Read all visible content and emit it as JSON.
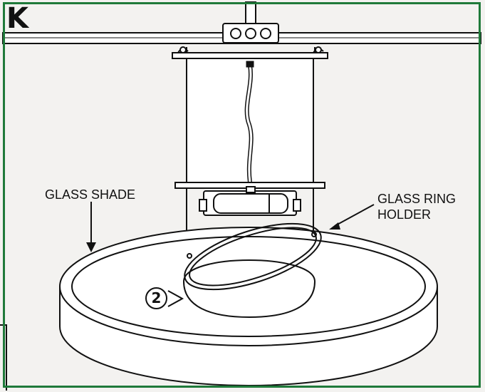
{
  "step": {
    "letter": "K",
    "number": "2"
  },
  "callouts": {
    "glass_shade": "GLASS SHADE",
    "glass_ring_holder_line1": "GLASS RING",
    "glass_ring_holder_line2": "HOLDER"
  },
  "colors": {
    "frame": "#1f7a3a",
    "line": "#111111",
    "background": "#f3f2f0"
  }
}
